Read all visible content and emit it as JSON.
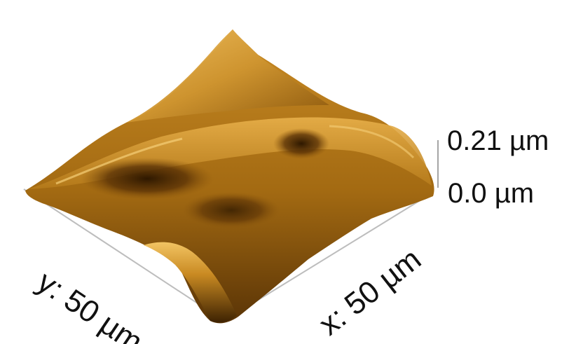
{
  "figure": {
    "z_scale_max": "0.21 µm",
    "z_scale_min": "0.0 µm",
    "x_axis_label": "x: 50 µm",
    "y_axis_label": "y: 50 µm"
  },
  "colors": {
    "surface_light": "#e8b04a",
    "surface_mid": "#b07a18",
    "surface_dark": "#3a2002",
    "axis_line": "#bdbdbd"
  }
}
